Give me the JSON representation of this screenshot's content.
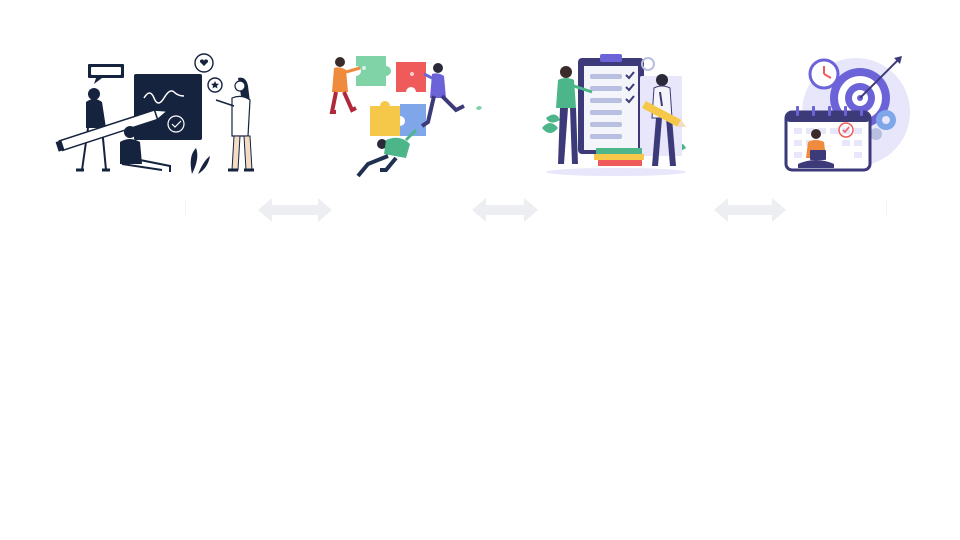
{
  "slide": {
    "panels": [
      {
        "icon": "brainstorming-team-illustration"
      },
      {
        "icon": "puzzle-collaboration-illustration"
      },
      {
        "icon": "checklist-planning-illustration"
      },
      {
        "icon": "goal-calendar-target-illustration"
      }
    ],
    "connectors": [
      "double-arrow-icon",
      "double-arrow-icon",
      "double-arrow-icon"
    ],
    "colors": {
      "navy": "#16233f",
      "arrow": "#eceef1",
      "puzzle_green": "#7fd3a6",
      "puzzle_red": "#ef5b5b",
      "puzzle_yellow": "#f6c84a",
      "puzzle_blue": "#7ea6e8",
      "purple": "#6c63d9",
      "lavender": "#e7e6fb",
      "orange": "#f08a3c"
    }
  }
}
